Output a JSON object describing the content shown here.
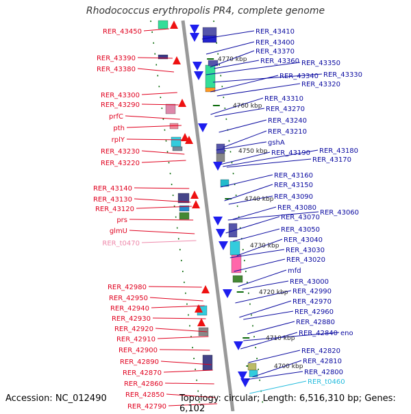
{
  "title": "Rhodococcus erythropolis PR4, complete genome",
  "footer": {
    "accession": "Accession: NC_012490",
    "summary": "Topology: circular; Length: 6,516,310 bp; Genes: 6,102"
  },
  "colors": {
    "left_label": "#e0001e",
    "right_label": "#0a0aa0",
    "rna_left": "#ee88aa",
    "rna_right": "#22bbdd",
    "scale_text": "#222222",
    "backbone": "#999999",
    "tick": "#0a6a0a"
  },
  "left_genes": [
    "RER_43450",
    "RER_43390",
    "RER_43380",
    "RER_43300",
    "RER_43290",
    "prfC",
    "pth",
    "rplY",
    "RER_43230",
    "RER_43220",
    "RER_43140",
    "RER_43130",
    "RER_43120",
    "prs",
    "glmU",
    "RER_t0470",
    "RER_42980",
    "RER_42950",
    "RER_42940",
    "RER_42930",
    "RER_42920",
    "RER_42910",
    "RER_42900",
    "RER_42890",
    "RER_42870",
    "RER_42860",
    "RER_42850",
    "RER_42790"
  ],
  "right_genes": [
    "RER_43410",
    "RER_43400",
    "RER_43370",
    "RER_43360",
    "RER_43350",
    "RER_43340",
    "RER_43330",
    "RER_43320",
    "RER_43310",
    "RER_43270",
    "RER_43240",
    "RER_43210",
    "gshA",
    "RER_43190",
    "RER_43180",
    "RER_43170",
    "RER_43160",
    "RER_43150",
    "RER_43090",
    "RER_43080",
    "RER_43070",
    "RER_43060",
    "RER_43050",
    "RER_43040",
    "RER_43030",
    "RER_43020",
    "mfd",
    "RER_43000",
    "RER_42990",
    "RER_42970",
    "RER_42960",
    "RER_42880",
    "RER_42840",
    "eno",
    "RER_42820",
    "RER_42810",
    "RER_42800",
    "RER_t0460"
  ],
  "scale_labels": [
    "4770 kbp",
    "4760 kbp",
    "4750 kbp",
    "4740 kbp",
    "4730 kbp",
    "4720 kbp",
    "4710 kbp",
    "4700 kbp"
  ]
}
